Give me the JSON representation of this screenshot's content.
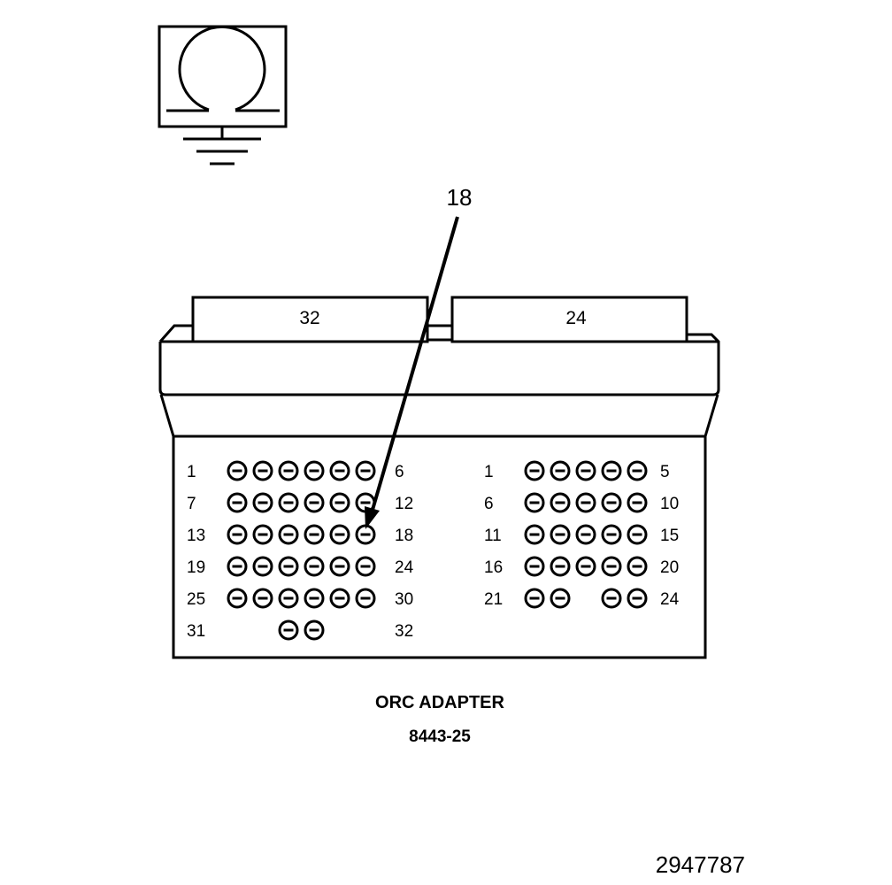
{
  "ohmmeter_icon": "ohm-meter-icon",
  "callout": {
    "text": "18"
  },
  "connectors": [
    {
      "label": "32"
    },
    {
      "label": "24"
    }
  ],
  "left_block": {
    "rows": [
      {
        "start": "1",
        "end": "6",
        "pins": [
          1,
          1,
          1,
          1,
          1,
          1
        ]
      },
      {
        "start": "7",
        "end": "12",
        "pins": [
          1,
          1,
          1,
          1,
          1,
          1
        ]
      },
      {
        "start": "13",
        "end": "18",
        "pins": [
          1,
          1,
          1,
          1,
          1,
          1
        ]
      },
      {
        "start": "19",
        "end": "24",
        "pins": [
          1,
          1,
          1,
          1,
          1,
          1
        ]
      },
      {
        "start": "25",
        "end": "30",
        "pins": [
          1,
          1,
          1,
          1,
          1,
          1
        ]
      },
      {
        "start": "31",
        "end": "32",
        "pins": [
          0,
          0,
          1,
          1,
          0,
          0
        ]
      }
    ]
  },
  "right_block": {
    "rows": [
      {
        "start": "1",
        "end": "5",
        "pins": [
          1,
          1,
          1,
          1,
          1
        ]
      },
      {
        "start": "6",
        "end": "10",
        "pins": [
          1,
          1,
          1,
          1,
          1
        ]
      },
      {
        "start": "11",
        "end": "15",
        "pins": [
          1,
          1,
          1,
          1,
          1
        ]
      },
      {
        "start": "16",
        "end": "20",
        "pins": [
          1,
          1,
          1,
          1,
          1
        ]
      },
      {
        "start": "21",
        "end": "24",
        "pins": [
          1,
          1,
          0,
          1,
          1
        ]
      }
    ]
  },
  "caption": {
    "title": "ORC ADAPTER",
    "part_number": "8443-25"
  },
  "figure_id": "2947787"
}
